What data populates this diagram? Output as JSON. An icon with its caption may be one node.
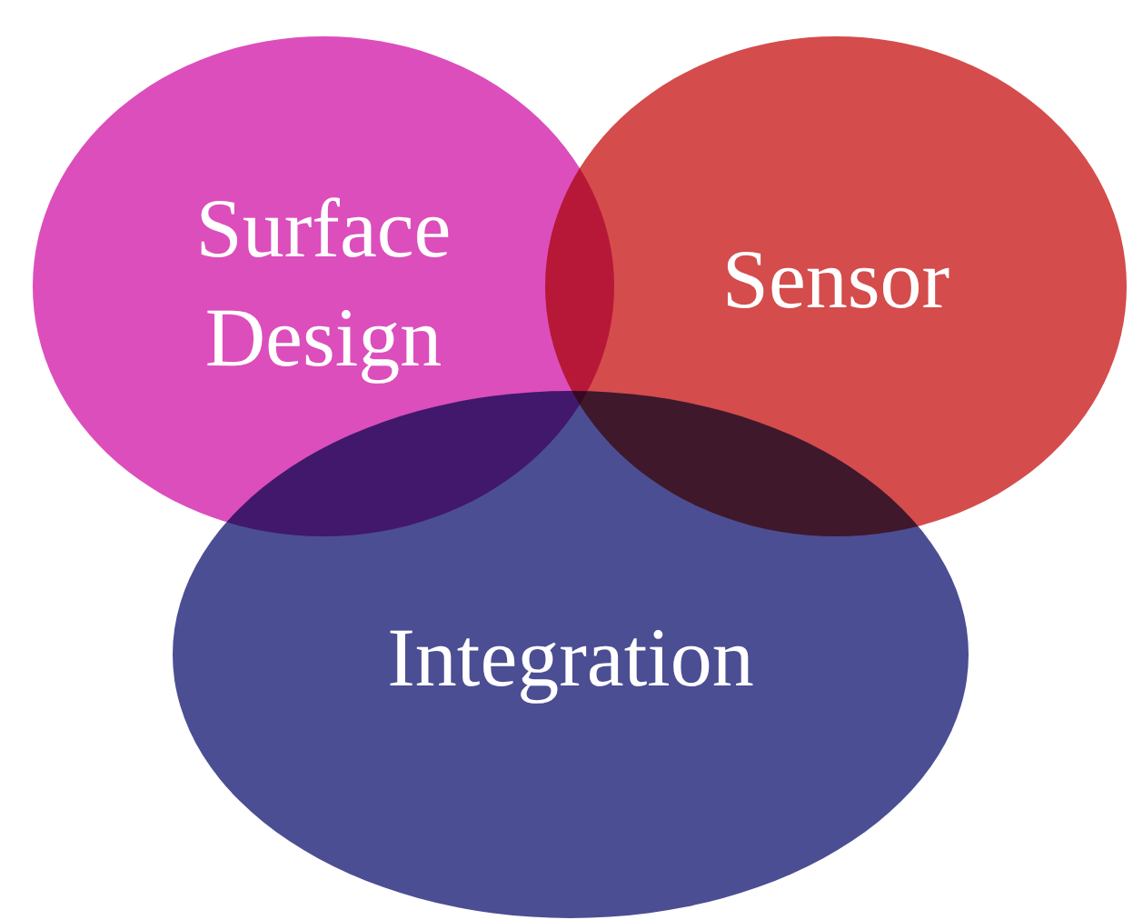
{
  "diagram": {
    "nodes": [
      {
        "text": [
          "Surface Design"
        ]
      },
      {
        "text": [
          "Sensor"
        ]
      },
      {
        "text": [
          "Integration"
        ]
      }
    ]
  }
}
